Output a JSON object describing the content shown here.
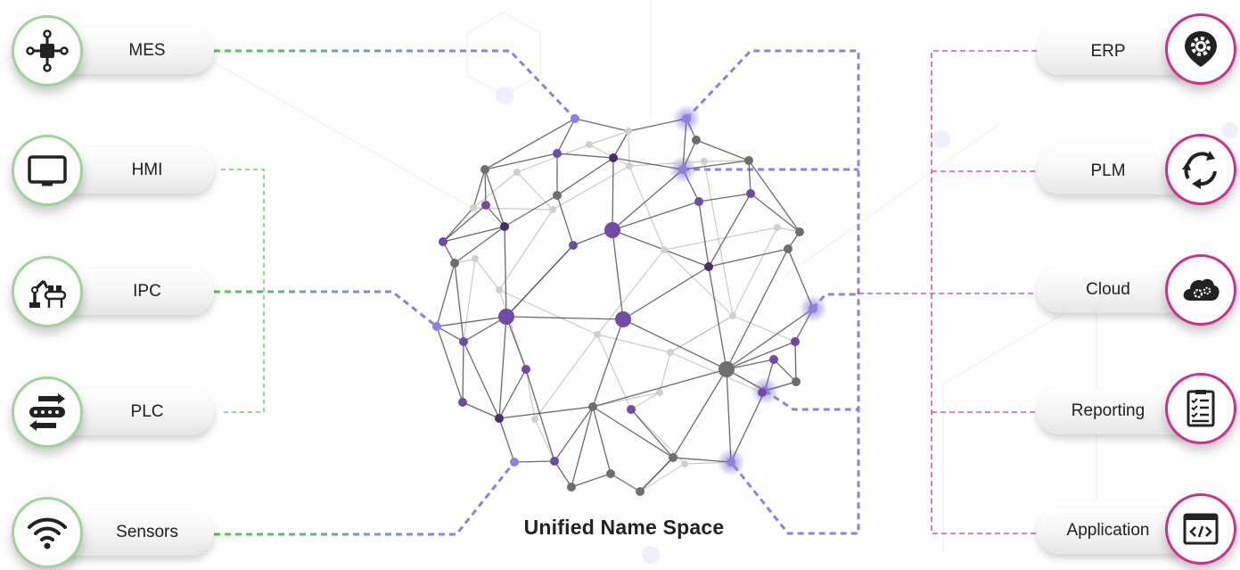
{
  "title": "Unified Name Space",
  "left_nodes": [
    {
      "label": "MES",
      "icon": "network-chip-icon"
    },
    {
      "label": "HMI",
      "icon": "monitor-icon"
    },
    {
      "label": "IPC",
      "icon": "robot-arm-icon"
    },
    {
      "label": "PLC",
      "icon": "conveyor-icon"
    },
    {
      "label": "Sensors",
      "icon": "wifi-icon"
    }
  ],
  "right_nodes": [
    {
      "label": "ERP",
      "icon": "gear-pin-icon"
    },
    {
      "label": "PLM",
      "icon": "cycle-arrows-icon"
    },
    {
      "label": "Cloud",
      "icon": "cloud-gear-icon"
    },
    {
      "label": "Reporting",
      "icon": "checklist-icon"
    },
    {
      "label": "Application",
      "icon": "code-window-icon"
    }
  ],
  "colors": {
    "left_link": "#5cbf5c",
    "center_link": "#8f7fe0",
    "right_link": "#c43d8f",
    "right_border": "#cf2f8c",
    "left_border": "#9ed39a",
    "node_purple": "#6f4aa6",
    "node_dark": "#4b2a70",
    "node_gray": "#6e6e6e",
    "node_light": "#cfcfcf",
    "edge": "#5a5a5a"
  }
}
